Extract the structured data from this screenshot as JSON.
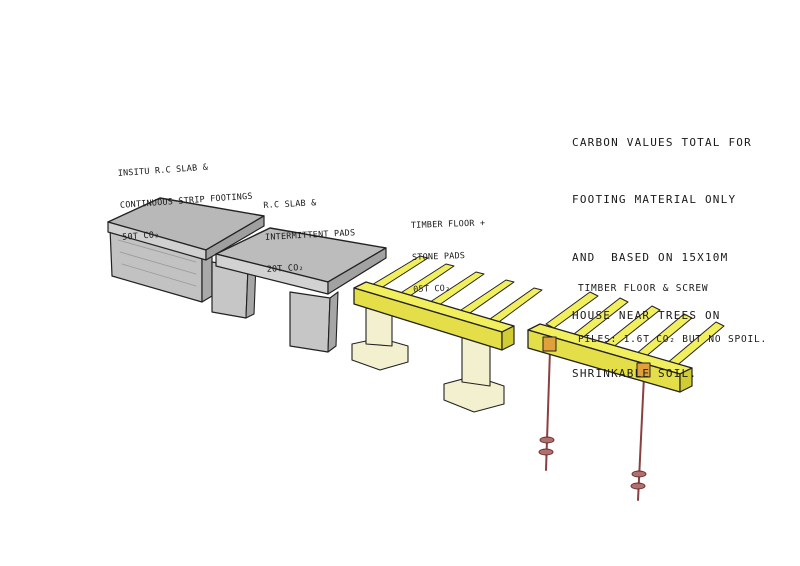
{
  "labels": {
    "insitu": {
      "line1": "INSITU R.C SLAB &",
      "line2": "CONTINUOUS STRIP FOOTINGS",
      "line3": "50t CO₂"
    },
    "pads": {
      "line1": "R.C SLAB &",
      "line2": "INTERMITTENT PADS",
      "line3": "20t CO₂"
    },
    "stone": {
      "line1": "TIMBER FLOOR +",
      "line2": "STONE PADS",
      "line3": "05t CO₂"
    },
    "screw": {
      "line1": "TIMBER FLOOR & SCREW",
      "line2": "PILES: 1.6t CO₂ BUT NO SPOIL."
    }
  },
  "note": {
    "line1": "CARBON VALUES TOTAL FOR",
    "line2": "FOOTING MATERIAL ONLY",
    "line3": "AND  BASED ON 15x10m",
    "line4": "HOUSE NEAR TREES ON",
    "line5": "SHRINKABLE SOIL."
  },
  "colors": {
    "concrete_top": "#b9b9b9",
    "concrete_side": "#cfcfcf",
    "concrete_dark": "#a3a3a3",
    "timber": "#f2ef5e",
    "timber_dark": "#d9d33a",
    "stone": "#f3f0cf",
    "pile": "#8a4040",
    "plate": "#e0a13a"
  }
}
